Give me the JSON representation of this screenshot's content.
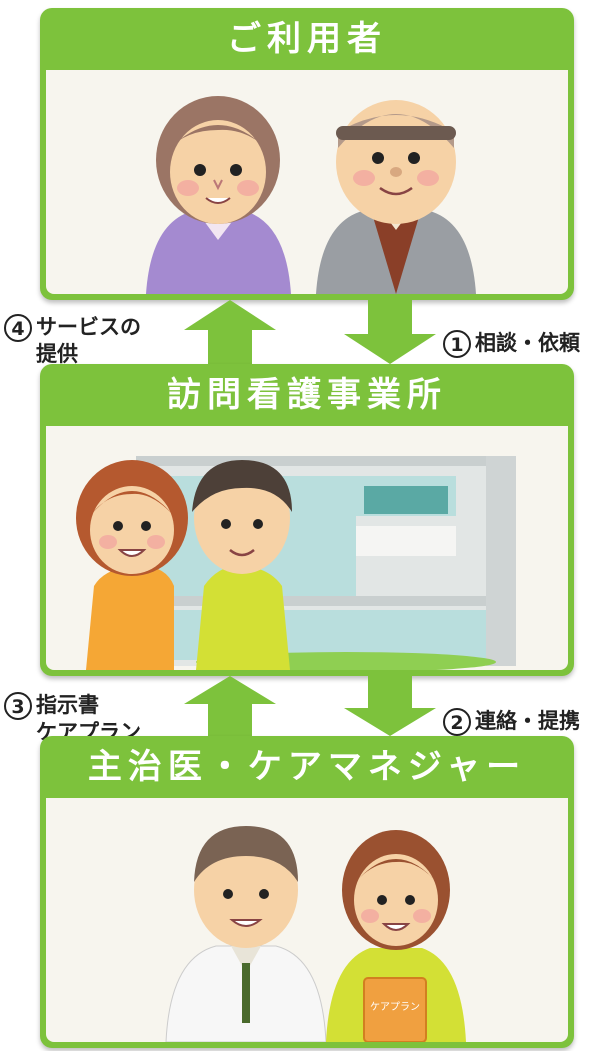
{
  "panels": {
    "users": {
      "title": "ご利用者"
    },
    "station": {
      "title": "訪問看護事業所"
    },
    "doctors": {
      "title": "主治医・ケアマネジャー"
    }
  },
  "steps": {
    "step1": {
      "num": "1",
      "lines": [
        "相談・依頼"
      ]
    },
    "step2": {
      "num": "2",
      "lines": [
        "連絡・提携"
      ]
    },
    "step3": {
      "num": "3",
      "lines": [
        "指示書",
        "ケアプラン"
      ]
    },
    "step4": {
      "num": "4",
      "lines": [
        "サービスの",
        "提供"
      ]
    }
  },
  "careplan_label": "ケアプラン",
  "colors": {
    "panel_green": "#7dc23c",
    "arrow_green": "#7dc23c",
    "scene_bg": "#f7f5ee"
  }
}
